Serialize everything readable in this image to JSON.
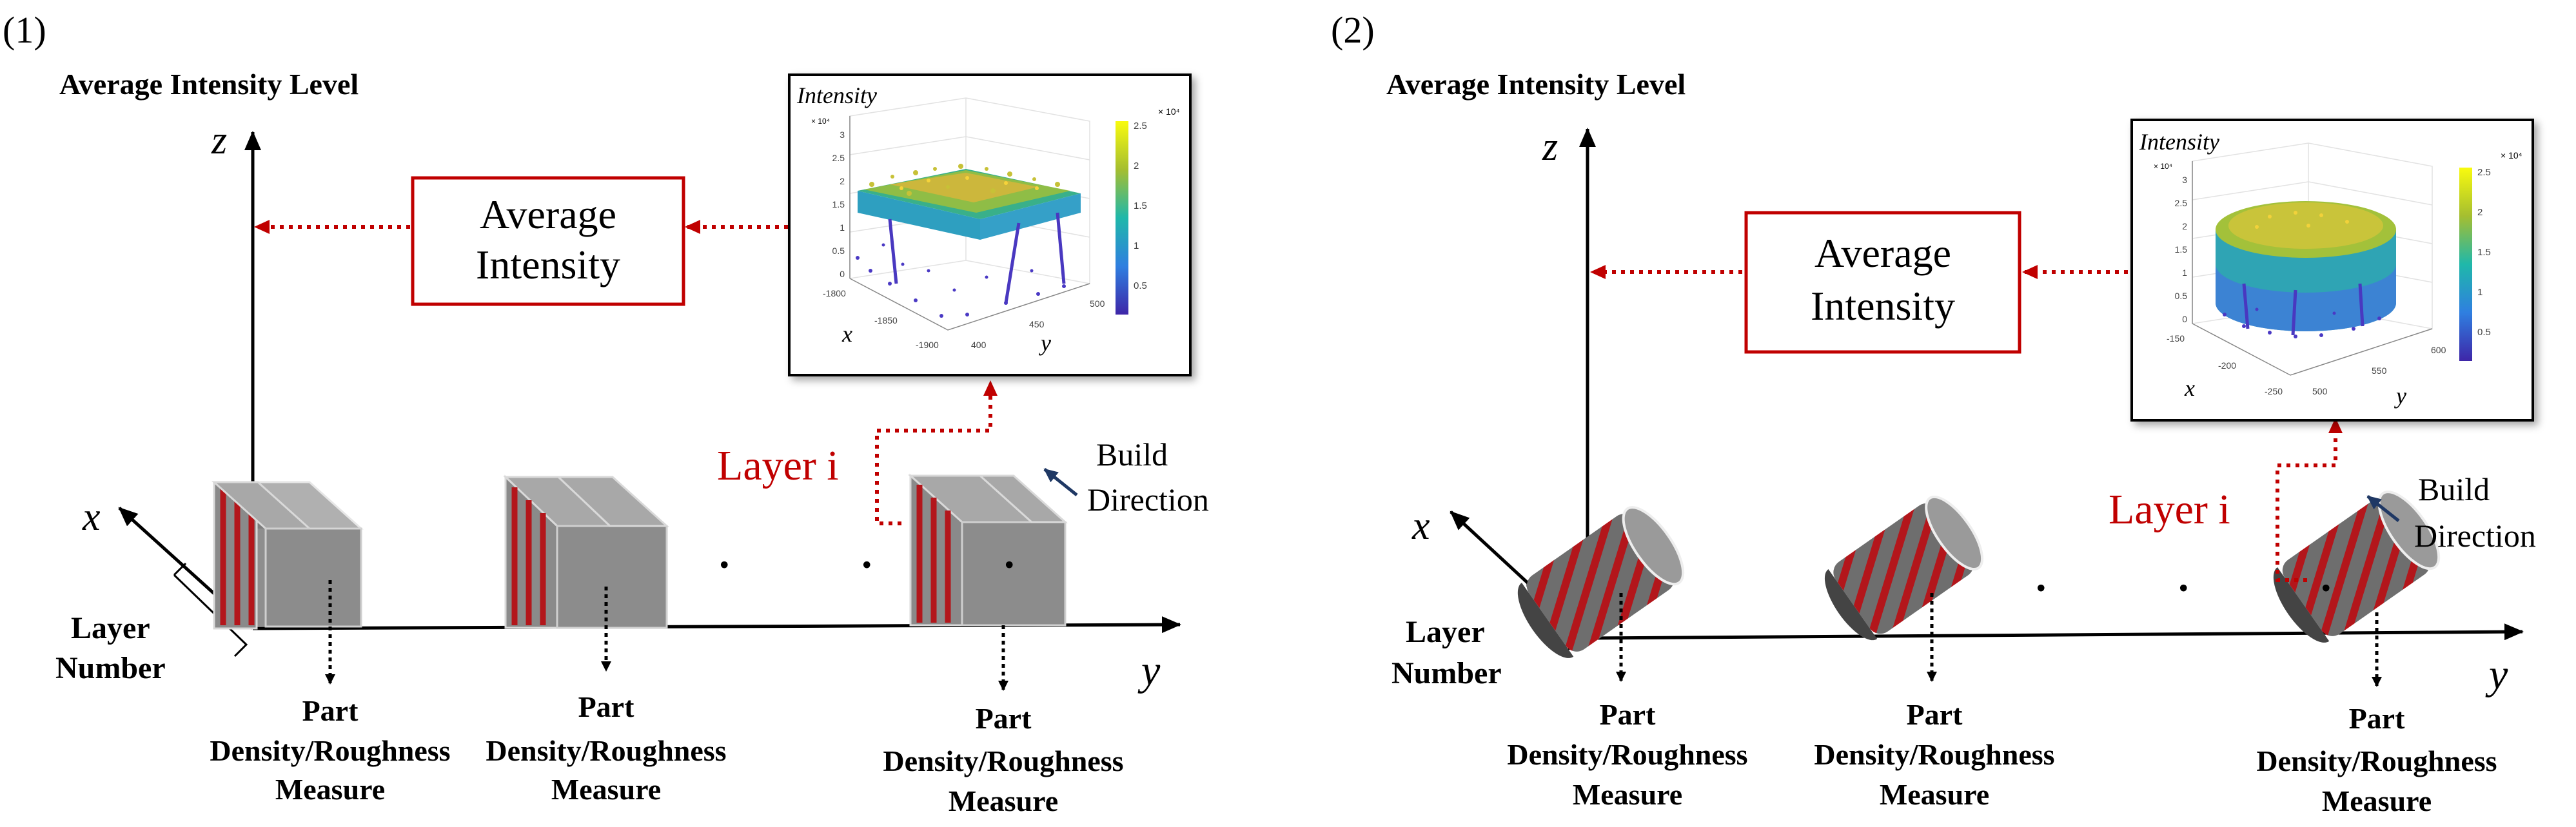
{
  "panels": [
    {
      "number": "(1)",
      "axis_title": "Average Intensity Level",
      "axis_z": "z",
      "axis_x": "x",
      "axis_y": "y",
      "box_line1": "Average",
      "box_line2": "Intensity",
      "layer_label": "Layer i",
      "build_line1": "Build",
      "build_line2": "Direction",
      "layer_number_line1": "Layer",
      "layer_number_line2": "Number",
      "measure_line1": "Part",
      "measure_line2": "Density/Roughness",
      "measure_line3": "Measure",
      "ellipsis": ". . .",
      "inset": {
        "title": "Intensity",
        "scale_exp": "× 10⁴",
        "colorbar_ticks": [
          "2.5",
          "2",
          "1.5",
          "1",
          "0.5"
        ],
        "z_ticks": [
          "3",
          "2.5",
          "2",
          "1.5",
          "1",
          "0.5",
          "0"
        ],
        "x_ticks": [
          "-1800",
          "-1850",
          "-1900"
        ],
        "y_ticks": [
          "400",
          "450",
          "500"
        ],
        "x_label": "x",
        "y_label": "y"
      }
    },
    {
      "number": "(2)",
      "axis_title": "Average Intensity Level",
      "axis_z": "z",
      "axis_x": "x",
      "axis_y": "y",
      "box_line1": "Average",
      "box_line2": "Intensity",
      "layer_label": "Layer i",
      "build_line1": "Build",
      "build_line2": "Direction",
      "layer_number_line1": "Layer",
      "layer_number_line2": "Number",
      "measure_line1": "Part",
      "measure_line2": "Density/Roughness",
      "measure_line3": "Measure",
      "ellipsis": ". . .",
      "inset": {
        "title": "Intensity",
        "scale_exp": "× 10⁴",
        "colorbar_ticks": [
          "2.5",
          "2",
          "1.5",
          "1",
          "0.5"
        ],
        "z_ticks": [
          "3",
          "2.5",
          "2",
          "1.5",
          "1",
          "0.5",
          "0"
        ],
        "x_ticks": [
          "-150",
          "-200",
          "-250"
        ],
        "y_ticks": [
          "500",
          "550",
          "600"
        ],
        "x_label": "x",
        "y_label": "y"
      }
    }
  ],
  "colors": {
    "red": "#c00000",
    "part_gray": "#8c8c8c",
    "stripe_red": "#b3161b",
    "arrow_blue": "#1f3864"
  }
}
